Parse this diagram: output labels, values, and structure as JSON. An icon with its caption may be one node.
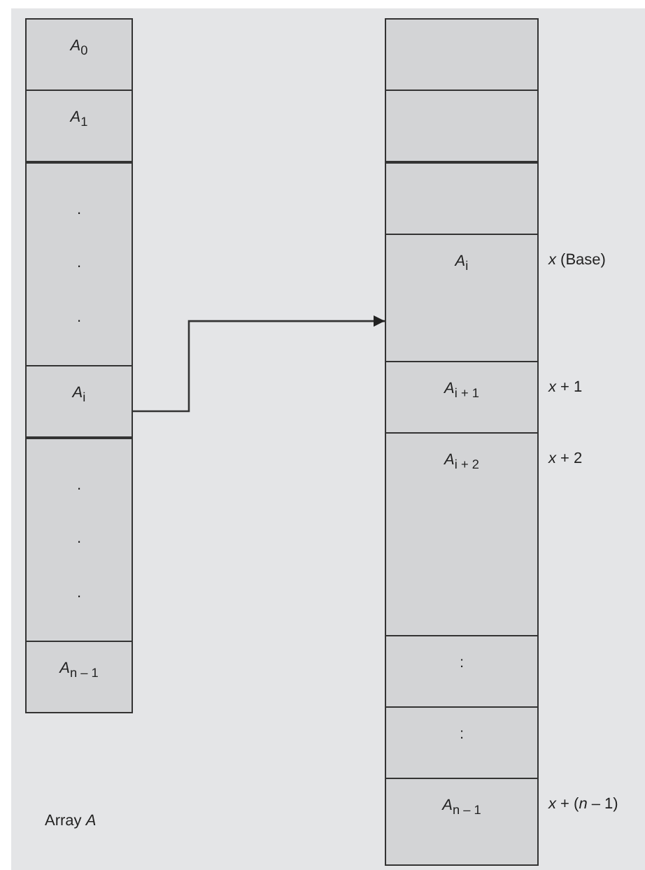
{
  "diagram": {
    "nodes": [
      {
        "text": [
          "*A*$_{0}$"
        ]
      },
      {
        "text": [
          "*A*$_{1}$"
        ]
      },
      {
        "text": [
          ".",
          ".",
          "."
        ]
      },
      {
        "text": [
          "*A*$_{i}$"
        ]
      },
      {
        "text": [
          ".",
          ".",
          "."
        ]
      },
      {
        "text": [
          "*A*$_{n – 1}$"
        ]
      },
      {
        "text": [],
        "shape": "box"
      },
      {
        "text": [],
        "shape": "box"
      },
      {
        "text": [],
        "shape": "box"
      },
      {
        "text": [
          "*A*$_{i}$"
        ],
        "beside": [
          "*x* (Base)"
        ]
      },
      {
        "text": [
          "*A*$_{i + 1}$"
        ],
        "beside": [
          "*x* + 1"
        ]
      },
      {
        "text": [
          "*A*$_{i + 2}$"
        ],
        "beside": [
          "*x* + 2"
        ]
      },
      {
        "text": [
          ":"
        ]
      },
      {
        "text": [
          ":"
        ]
      },
      {
        "text": [
          "*A*$_{n – 1}$"
        ],
        "beside": [
          "*x* + (*n* – 1)"
        ]
      }
    ],
    "edges": [
      {
        "from": 3,
        "to": 9,
        "arrow": "to"
      }
    ],
    "labels": [
      "Array *A*"
    ]
  }
}
